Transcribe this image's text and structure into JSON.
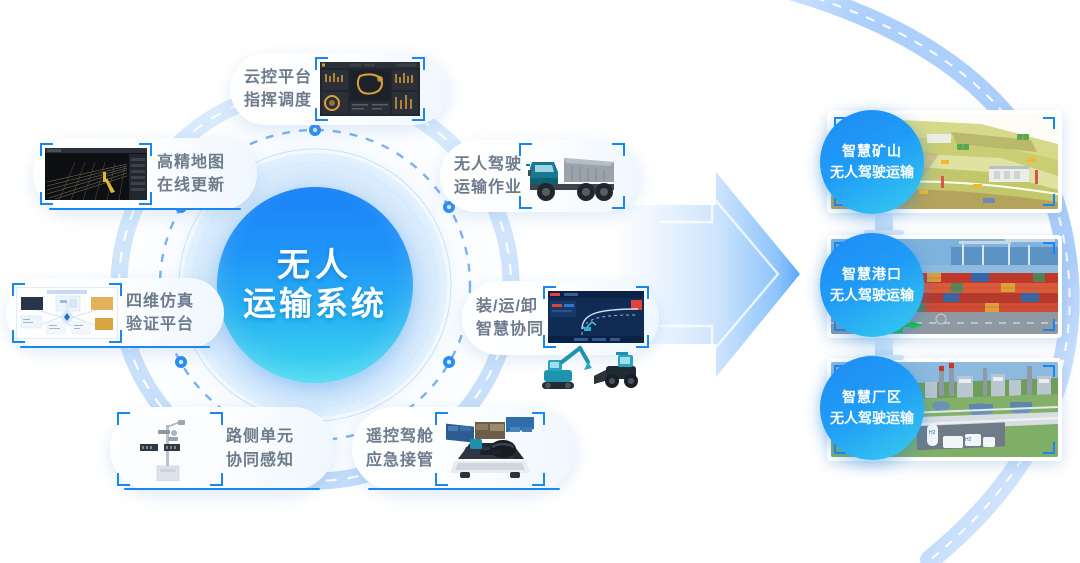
{
  "center": {
    "line1": "无人",
    "line2": "运输系统"
  },
  "cards": [
    {
      "id": "cloud-control",
      "line1": "云控平台",
      "line2": "指挥调度",
      "image": "cloud-control-dashboard-screenshot",
      "layout": "text-left"
    },
    {
      "id": "hd-map",
      "line1": "高精地图",
      "line2": "在线更新",
      "image": "hd-map-point-cloud-screenshot",
      "layout": "image-left"
    },
    {
      "id": "simulation",
      "line1": "四维仿真",
      "line2": "验证平台",
      "image": "simulation-platform-diagram",
      "layout": "image-left"
    },
    {
      "id": "roadside-unit",
      "line1": "路侧单元",
      "line2": "协同感知",
      "image": "roadside-sensor-pole-photo",
      "layout": "image-left"
    },
    {
      "id": "remote-cockpit",
      "line1": "遥控驾舱",
      "line2": "应急接管",
      "image": "remote-driving-cockpit-rig-photo",
      "layout": "text-left"
    },
    {
      "id": "auto-driving",
      "line1": "无人驾驶",
      "line2": "运输作业",
      "image": "autonomous-mining-dump-truck",
      "layout": "text-left"
    },
    {
      "id": "load-haul-dump",
      "line1": "装/运/卸",
      "line2": "智慧协同",
      "image": "excavator-loader-coordination-screen",
      "layout": "text-left"
    }
  ],
  "panels": [
    {
      "id": "smart-mine",
      "line1": "智慧矿山",
      "line2": "无人驾驶运输",
      "image": "isometric-smart-mine-illustration"
    },
    {
      "id": "smart-port",
      "line1": "智慧港口",
      "line2": "无人驾驶运输",
      "image": "container-port-terminal-photo"
    },
    {
      "id": "smart-factory",
      "line1": "智慧厂区",
      "line2": "无人驾驶运输",
      "image": "industrial-plant-3d-render"
    }
  ],
  "arrow": {
    "label": "flow-arrow-right"
  },
  "colors": {
    "primary": "#1a86ef",
    "cyan": "#3fd8ef",
    "band": "#bfdcfa",
    "text_gray": "#6d7b8d"
  }
}
